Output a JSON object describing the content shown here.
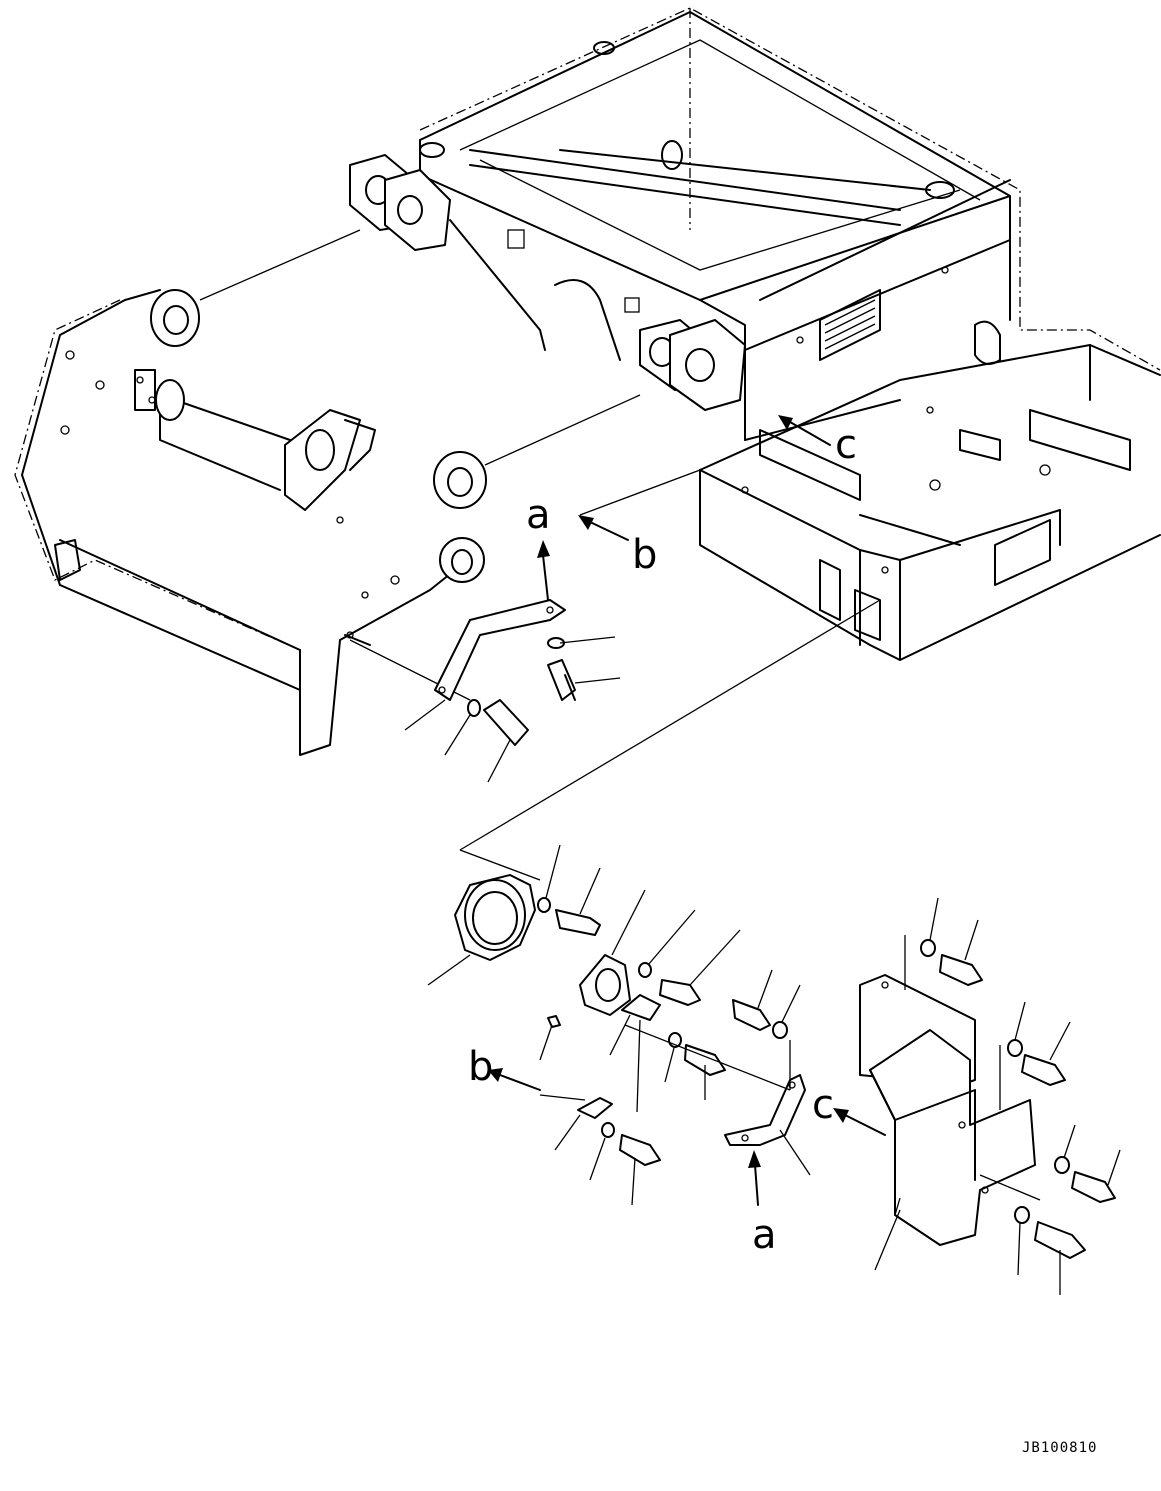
{
  "drawing": {
    "code": "JB100810"
  },
  "labels": {
    "a": "a",
    "b": "b",
    "c": "c"
  }
}
